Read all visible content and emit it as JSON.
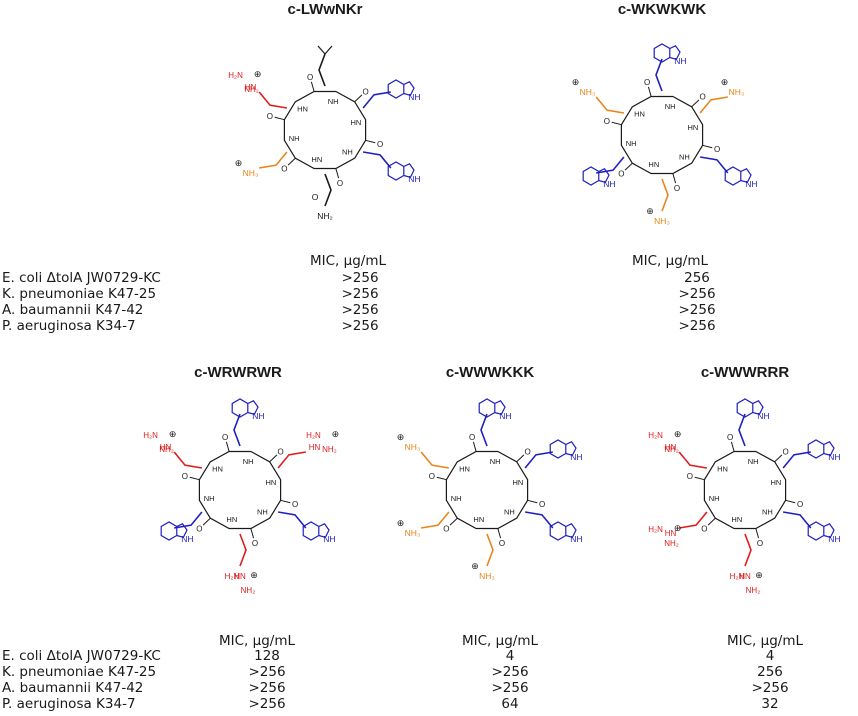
{
  "figure": {
    "organisms": [
      "E. coli ΔtolA JW0729-KC",
      "K. pneumoniae K47-25",
      "A. baumannii K47-42",
      "P. aeruginosa K34-7"
    ],
    "mic_header": "MIC, µg/mL",
    "peptides": [
      {
        "id": "p1",
        "name": "c-LWwNKr",
        "groups": [
          {
            "label": "Leu",
            "color": "#1a1a1a"
          },
          {
            "label": "Trp",
            "color": "#1f1fbf"
          },
          {
            "label": "Trp",
            "color": "#1f1fbf"
          },
          {
            "label": "Asn",
            "color": "#1a1a1a"
          },
          {
            "label": "Lys",
            "color": "#e8841a"
          },
          {
            "label": "Arg",
            "color": "#e01b1b"
          }
        ],
        "mic": [
          ">256",
          ">256",
          ">256",
          ">256"
        ]
      },
      {
        "id": "p2",
        "name": "c-WKWKWK",
        "groups": [
          {
            "label": "Trp",
            "color": "#1f1fbf"
          },
          {
            "label": "Lys",
            "color": "#e8841a"
          },
          {
            "label": "Trp",
            "color": "#1f1fbf"
          },
          {
            "label": "Lys",
            "color": "#e8841a"
          },
          {
            "label": "Trp",
            "color": "#1f1fbf"
          },
          {
            "label": "Lys",
            "color": "#e8841a"
          }
        ],
        "mic": [
          "256",
          ">256",
          ">256",
          ">256"
        ]
      },
      {
        "id": "p3",
        "name": "c-WRWRWR",
        "groups": [
          {
            "label": "Trp",
            "color": "#1f1fbf"
          },
          {
            "label": "Arg",
            "color": "#e01b1b"
          },
          {
            "label": "Trp",
            "color": "#1f1fbf"
          },
          {
            "label": "Arg",
            "color": "#e01b1b"
          },
          {
            "label": "Trp",
            "color": "#1f1fbf"
          },
          {
            "label": "Arg",
            "color": "#e01b1b"
          }
        ],
        "mic": [
          "128",
          ">256",
          ">256",
          ">256"
        ]
      },
      {
        "id": "p4",
        "name": "c-WWWKKK",
        "groups": [
          {
            "label": "Trp",
            "color": "#1f1fbf"
          },
          {
            "label": "Trp",
            "color": "#1f1fbf"
          },
          {
            "label": "Trp",
            "color": "#1f1fbf"
          },
          {
            "label": "Lys",
            "color": "#e8841a"
          },
          {
            "label": "Lys",
            "color": "#e8841a"
          },
          {
            "label": "Lys",
            "color": "#e8841a"
          }
        ],
        "mic": [
          "4",
          ">256",
          ">256",
          "64"
        ]
      },
      {
        "id": "p5",
        "name": "c-WWWRRR",
        "groups": [
          {
            "label": "Trp",
            "color": "#1f1fbf"
          },
          {
            "label": "Trp",
            "color": "#1f1fbf"
          },
          {
            "label": "Trp",
            "color": "#1f1fbf"
          },
          {
            "label": "Arg",
            "color": "#e01b1b"
          },
          {
            "label": "Arg",
            "color": "#e01b1b"
          },
          {
            "label": "Arg",
            "color": "#e01b1b"
          }
        ],
        "mic": [
          "4",
          "256",
          ">256",
          "32"
        ]
      }
    ],
    "atom_labels": {
      "nh": "NH",
      "hn": "HN",
      "o": "O",
      "plus": "⊕"
    }
  }
}
